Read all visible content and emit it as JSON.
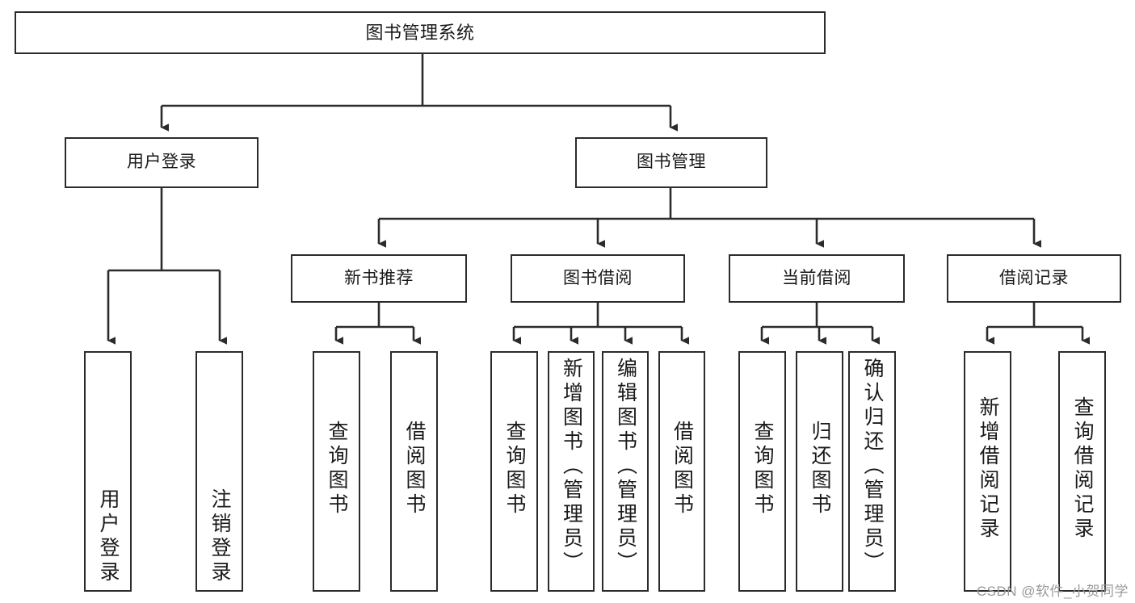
{
  "diagram": {
    "title": "图书管理系统",
    "type": "hierarchy-tree",
    "stroke_color": "#2b2b2b",
    "fill_color": "#ffffff",
    "text_color": "#1a1a1a"
  },
  "watermark": {
    "text": "CSDN @软件_小贺同学",
    "color": "#9a9a9a"
  },
  "nodes": {
    "root": {
      "label": "图书管理系统",
      "level": 1
    },
    "level2": [
      {
        "id": "user-login",
        "label": "用户登录"
      },
      {
        "id": "book-manage",
        "label": "图书管理"
      }
    ],
    "level3": [
      {
        "id": "new-book-recommend",
        "label": "新书推荐"
      },
      {
        "id": "book-borrow",
        "label": "图书借阅"
      },
      {
        "id": "current-borrow",
        "label": "当前借阅"
      },
      {
        "id": "borrow-record",
        "label": "借阅记录"
      }
    ],
    "leaves": {
      "user_login": [
        {
          "id": "leaf-user-login",
          "label": "用户登录"
        },
        {
          "id": "leaf-logout-login",
          "label": "注销登录"
        }
      ],
      "new_book_recommend": [
        {
          "id": "leaf-query-book-1",
          "label": "查询图书"
        },
        {
          "id": "leaf-borrow-book-1",
          "label": "借阅图书"
        }
      ],
      "book_borrow": [
        {
          "id": "leaf-query-book-2",
          "label": "查询图书"
        },
        {
          "id": "leaf-add-book",
          "label": "新增图书（管理员）"
        },
        {
          "id": "leaf-edit-book",
          "label": "编辑图书（管理员）"
        },
        {
          "id": "leaf-borrow-book-2",
          "label": "借阅图书"
        }
      ],
      "current_borrow": [
        {
          "id": "leaf-query-book-3",
          "label": "查询图书"
        },
        {
          "id": "leaf-return-book",
          "label": "归还图书"
        },
        {
          "id": "leaf-confirm-return",
          "label": "确认归还（管理员）"
        }
      ],
      "borrow_record": [
        {
          "id": "leaf-add-record",
          "label": "新增借阅记录"
        },
        {
          "id": "leaf-query-record",
          "label": "查询借阅记录"
        }
      ]
    }
  }
}
